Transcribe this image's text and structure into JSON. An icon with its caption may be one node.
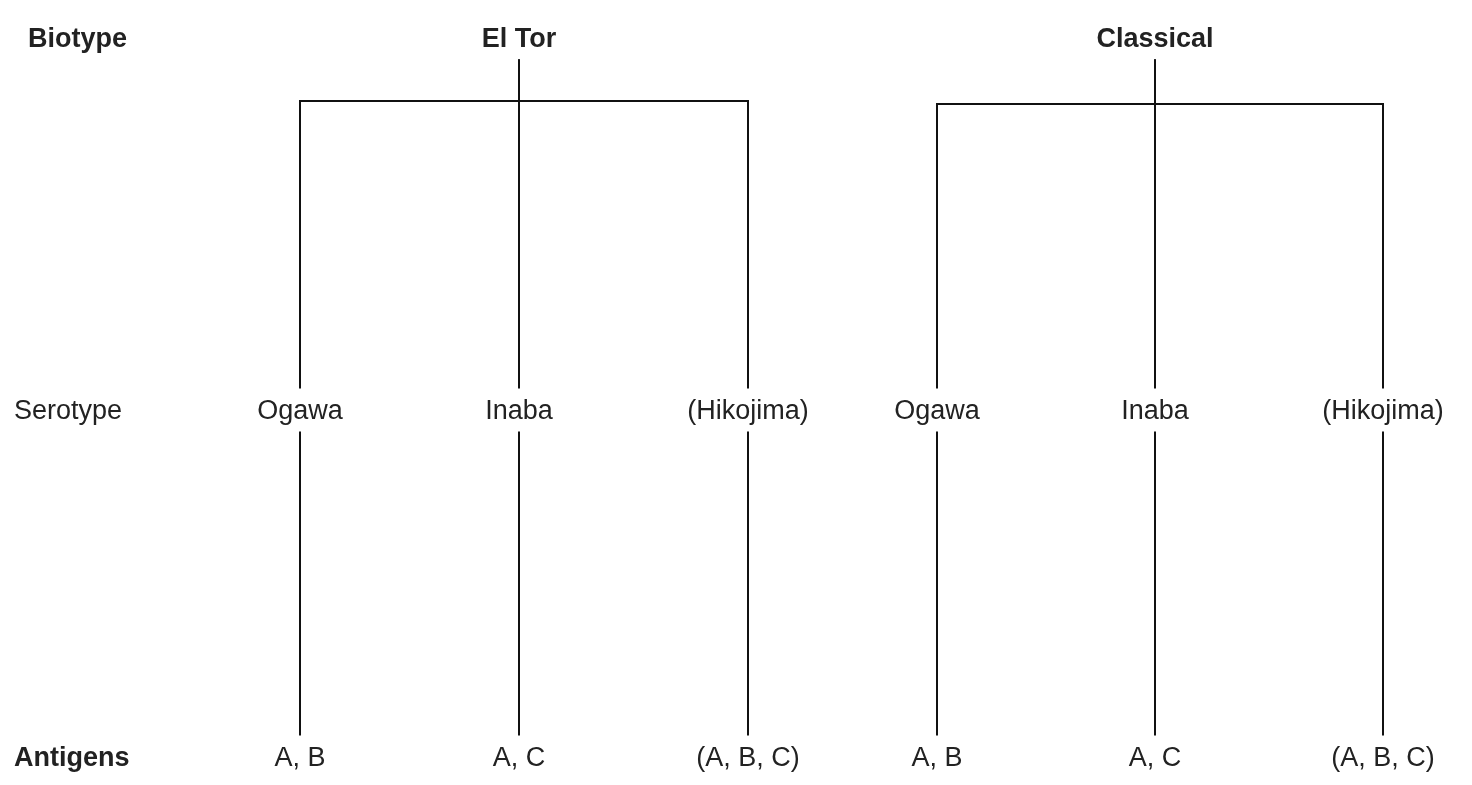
{
  "diagram": {
    "nodes": [
      {
        "text": [
          "El Tor"
        ]
      },
      {
        "text": [
          "Classical"
        ]
      },
      {
        "text": [
          "Ogawa"
        ]
      },
      {
        "text": [
          "Inaba"
        ]
      },
      {
        "text": [
          "(Hikojima)"
        ]
      },
      {
        "text": [
          "Ogawa"
        ]
      },
      {
        "text": [
          "Inaba"
        ]
      },
      {
        "text": [
          "(Hikojima)"
        ]
      },
      {
        "text": [
          "A, B"
        ]
      },
      {
        "text": [
          "A, C"
        ]
      },
      {
        "text": [
          "(A, B, C)"
        ]
      },
      {
        "text": [
          "A, B"
        ]
      },
      {
        "text": [
          "A, C"
        ]
      },
      {
        "text": [
          "(A, B, C)"
        ]
      }
    ],
    "edges": [
      {
        "from": 0,
        "to": 2,
        "arrow": "none"
      },
      {
        "from": 0,
        "to": 3,
        "arrow": "none"
      },
      {
        "from": 0,
        "to": 4,
        "arrow": "none"
      },
      {
        "from": 1,
        "to": 5,
        "arrow": "none"
      },
      {
        "from": 1,
        "to": 6,
        "arrow": "none"
      },
      {
        "from": 1,
        "to": 7,
        "arrow": "none"
      },
      {
        "from": 2,
        "to": 8,
        "arrow": "none"
      },
      {
        "from": 3,
        "to": 9,
        "arrow": "none"
      },
      {
        "from": 4,
        "to": 10,
        "arrow": "none"
      },
      {
        "from": 5,
        "to": 11,
        "arrow": "none"
      },
      {
        "from": 6,
        "to": 12,
        "arrow": "none"
      },
      {
        "from": 7,
        "to": 13,
        "arrow": "none"
      }
    ],
    "labels": [
      "Biotype",
      "Serotype",
      "Antigens"
    ]
  }
}
